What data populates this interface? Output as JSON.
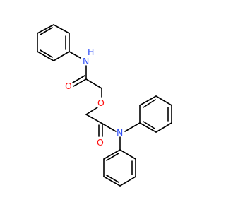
{
  "molecule": {
    "colors": {
      "bond": "#000000",
      "nitrogen": "#3050f8",
      "oxygen": "#ff0d0d",
      "background": "#ffffff"
    },
    "atom_labels": {
      "amide_nh": "N",
      "amide_nh_h": "H",
      "carbonyl_o_top": "O",
      "ether_o": "O",
      "carbonyl_o_bottom": "O",
      "amide_n_diphenyl": "N"
    }
  }
}
